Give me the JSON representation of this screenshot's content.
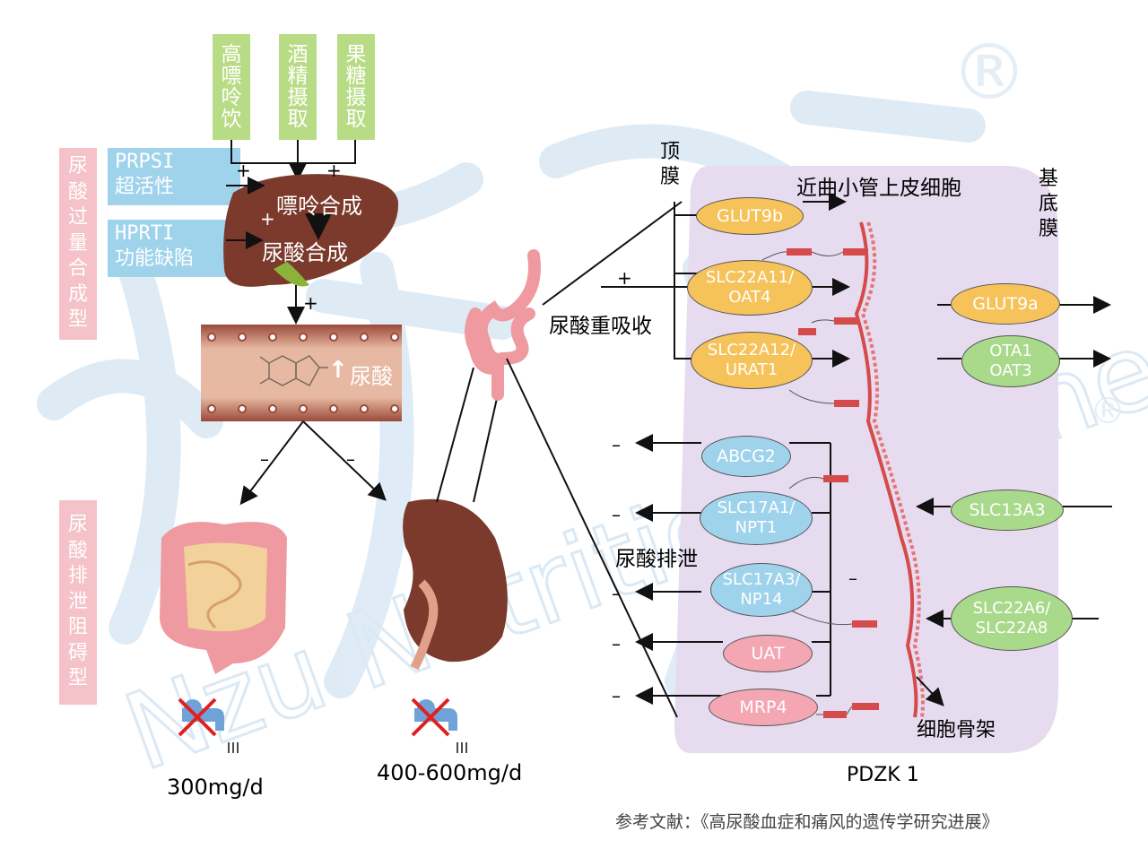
{
  "causes": {
    "high_purine": "高嘌呤饮",
    "alcohol": "酒精摄取",
    "fructose": "果糖摄取"
  },
  "types": {
    "overproduction": "尿酸过量合成型",
    "excretion_blocked": "尿酸排泄阻碍型"
  },
  "enzymes": {
    "prps1_line1": "PRPSI",
    "prps1_line2": "超活性",
    "hprt1_line1": "HPRTI",
    "hprt1_line2": "功能缺陷"
  },
  "liver": {
    "purine_synthesis": "嘌呤合成",
    "uric_acid_synthesis": "尿酸合成"
  },
  "vessel": {
    "uric_acid": "尿酸",
    "up_arrow": "↑"
  },
  "signs": {
    "plus": "+",
    "minus": "–"
  },
  "excretion": {
    "intestine_amount": "300mg/d",
    "kidney_amount": "400-600mg/d"
  },
  "membranes": {
    "apical": "顶膜",
    "basolateral": "基底膜",
    "cell": "近曲小管上皮细胞",
    "cytoskeleton": "细胞骨架",
    "pdzk1": "PDZK 1"
  },
  "processes": {
    "reabsorption": "尿酸重吸收",
    "excretion": "尿酸排泄"
  },
  "transporters_apical": [
    {
      "label": "GLUT9b",
      "color": "#f6c25a"
    },
    {
      "label": "SLC22A11/ OAT4",
      "color": "#f6c25a"
    },
    {
      "label": "SLC22A12/ URAT1",
      "color": "#f6c25a"
    },
    {
      "label": "ABCG2",
      "color": "#9fd3ec"
    },
    {
      "label": "SLC17A1/ NPT1",
      "color": "#9fd3ec"
    },
    {
      "label": "SLC17A3/ NP14",
      "color": "#9fd3ec"
    },
    {
      "label": "UAT",
      "color": "#f4a6b3"
    },
    {
      "label": "MRP4",
      "color": "#f4a6b3"
    }
  ],
  "transporters_basal": [
    {
      "label": "GLUT9a",
      "color": "#f6c25a"
    },
    {
      "label": "OTA1 OAT3",
      "color": "#a9d98a"
    },
    {
      "label": "SLC13A3",
      "color": "#a9d98a"
    },
    {
      "label": "SLC22A6/ SLC22A8",
      "color": "#a9d98a"
    }
  ],
  "reference": "参考文献：《高尿酸血症和痛风的遗传学研究进展》",
  "watermark": {
    "latin": "Nzu Nutrition Business",
    "registered": "®"
  },
  "colors": {
    "green_box": "#b8dc86",
    "blue_box": "#9fd3ec",
    "pink_box": "#f4c2c8",
    "cell_bg": "#e6dbef",
    "liver": "#7b3a2c",
    "watermark": "#dbe9f5"
  }
}
